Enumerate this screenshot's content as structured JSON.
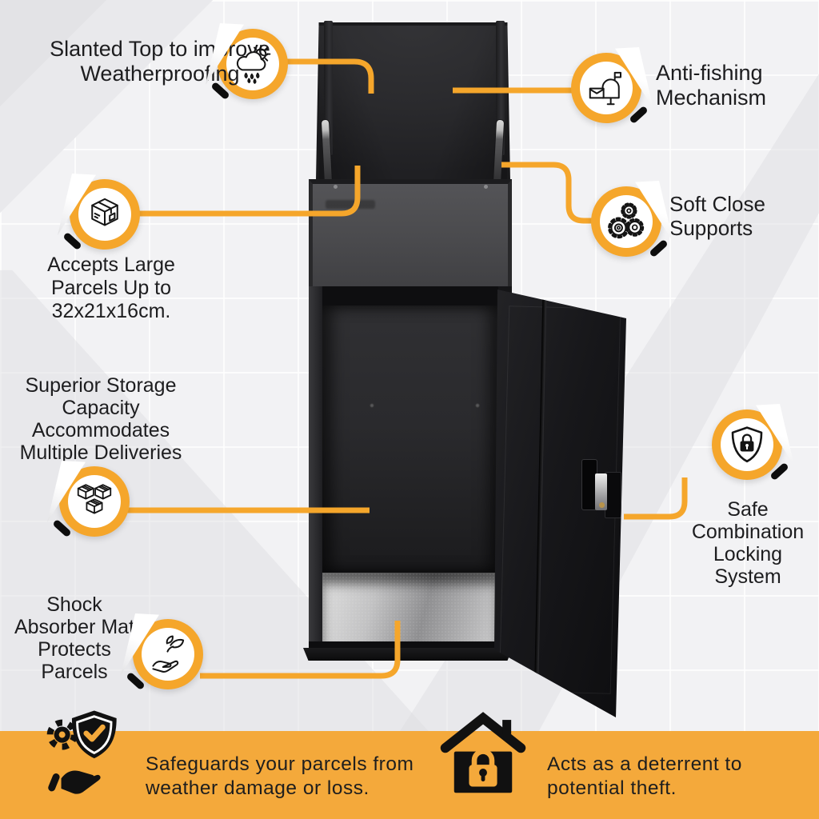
{
  "colors": {
    "accent": "#F5A62B",
    "banner": "#F4A93B",
    "ink": "#1D1D1F",
    "box_dark": "#1A1A1C"
  },
  "callouts": {
    "slanted_top": {
      "icon": "weather-icon",
      "lines": [
        "Slanted Top to improve",
        "Weatherproofing"
      ]
    },
    "anti_fishing": {
      "icon": "mailbox-icon",
      "lines": [
        "Anti-fishing",
        "Mechanism"
      ]
    },
    "large_parcels": {
      "icon": "parcel-icon",
      "lines": [
        "Accepts Large",
        "Parcels Up to",
        "32x21x16cm."
      ]
    },
    "soft_close": {
      "icon": "gears-icon",
      "lines": [
        "Soft Close",
        "Supports"
      ]
    },
    "storage": {
      "icon": "boxes-icon",
      "lines": [
        "Superior Storage",
        "Capacity",
        "Accommodates",
        "Multiple Deliveries"
      ]
    },
    "locking": {
      "icon": "shield-lock-icon",
      "lines": [
        "Safe",
        "Combination",
        "Locking",
        "System"
      ]
    },
    "shock_mat": {
      "icon": "hand-leaf-icon",
      "lines": [
        "Shock",
        "Absorber Mat",
        "Protects",
        "Parcels"
      ]
    }
  },
  "banner": {
    "left": {
      "icon": "shield-check-hand-icon",
      "lines": [
        "Safeguards your parcels from",
        "weather damage or loss."
      ]
    },
    "right": {
      "icon": "house-lock-icon",
      "lines": [
        "Acts as a deterrent to",
        "potential theft."
      ]
    }
  }
}
